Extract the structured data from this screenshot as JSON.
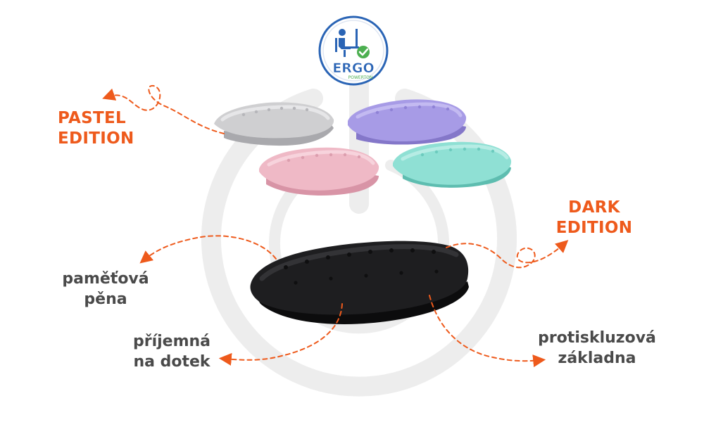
{
  "logo": {
    "wordmark": "ERGO",
    "tagline": "POWERTON",
    "icon": "ergonomic-seated-person-with-checkmark-icon"
  },
  "labels": {
    "pastel": [
      "PASTEL",
      "EDITION"
    ],
    "dark": [
      "DARK",
      "EDITION"
    ],
    "memory_foam": [
      "paměťová",
      "pěna"
    ],
    "pleasant_touch": [
      "příjemná",
      "na dotek"
    ],
    "anti_slip_base": [
      "protiskluzová",
      "základna"
    ]
  },
  "products": [
    {
      "name": "gray",
      "color": "#cfcfd1"
    },
    {
      "name": "lavender",
      "color": "#a79be6"
    },
    {
      "name": "pink",
      "color": "#efb9c6"
    },
    {
      "name": "mint",
      "color": "#8fe0d4"
    },
    {
      "name": "black",
      "color": "#1e1e20"
    }
  ],
  "colors": {
    "accent": "#ee5a1c",
    "label_gray": "#4a4a4a",
    "logo_blue": "#2a64b5",
    "check_green": "#4caf50",
    "background_symbol": "#ededed"
  }
}
